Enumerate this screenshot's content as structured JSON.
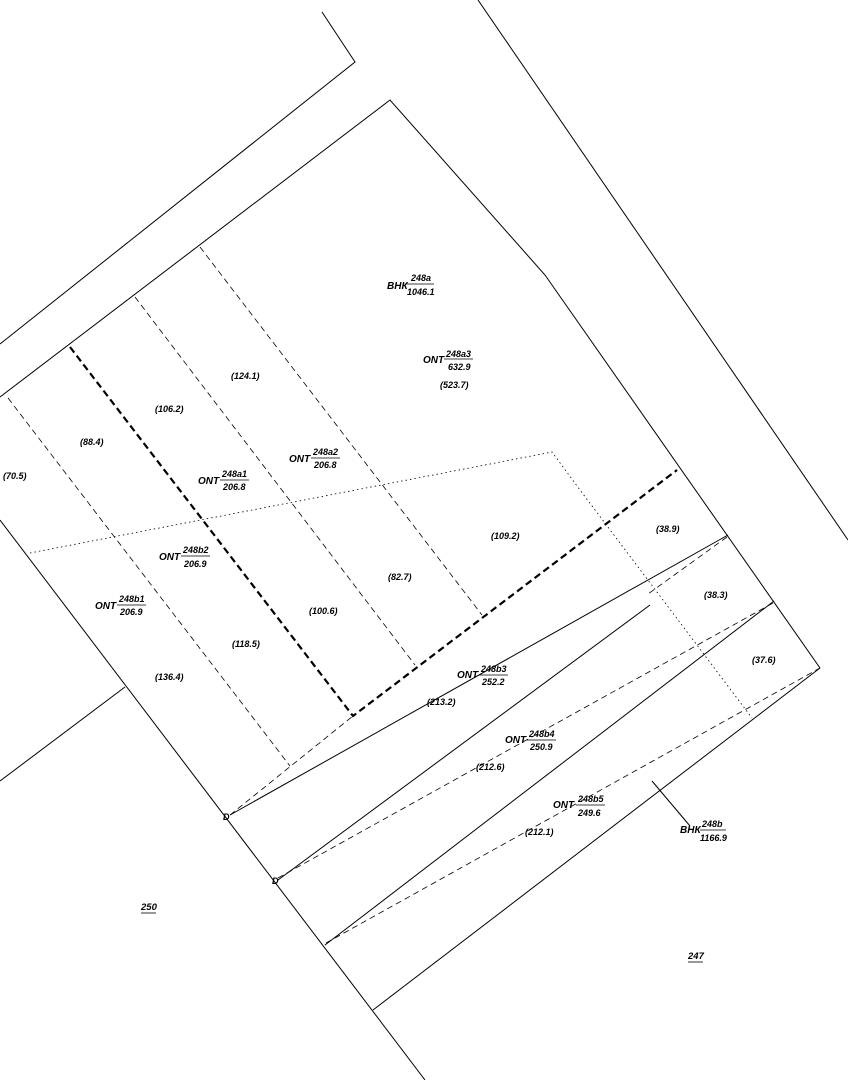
{
  "parcels": [
    {
      "prefix": "ВНК",
      "number": "248a",
      "value": "1046.1"
    },
    {
      "prefix": "ONT",
      "number": "248a3",
      "value": "632.9",
      "area": "(523.7)"
    },
    {
      "prefix": "ONT",
      "number": "248a2",
      "value": "206.8"
    },
    {
      "prefix": "ONT",
      "number": "248a1",
      "value": "206.8"
    },
    {
      "prefix": "ONT",
      "number": "248b2",
      "value": "206.9"
    },
    {
      "prefix": "ONT",
      "number": "248b1",
      "value": "206.9"
    },
    {
      "prefix": "ONT",
      "number": "248b3",
      "value": "252.2"
    },
    {
      "prefix": "ONT",
      "number": "248b4",
      "value": "250.9"
    },
    {
      "prefix": "ONT",
      "number": "248b5",
      "value": "249.6"
    },
    {
      "prefix": "ВНК",
      "number": "248b",
      "value": "1166.9"
    }
  ],
  "area_labels": [
    "(124.1)",
    "(106.2)",
    "(88.4)",
    "(70.5)",
    "(109.2)",
    "(38.9)",
    "(82.7)",
    "(100.6)",
    "(118.5)",
    "(136.4)",
    "(38.3)",
    "(37.6)",
    "(213.2)",
    "(212.6)",
    "(212.1)"
  ],
  "neighbors": [
    "250",
    "247"
  ],
  "markers": [
    "D",
    "D"
  ]
}
